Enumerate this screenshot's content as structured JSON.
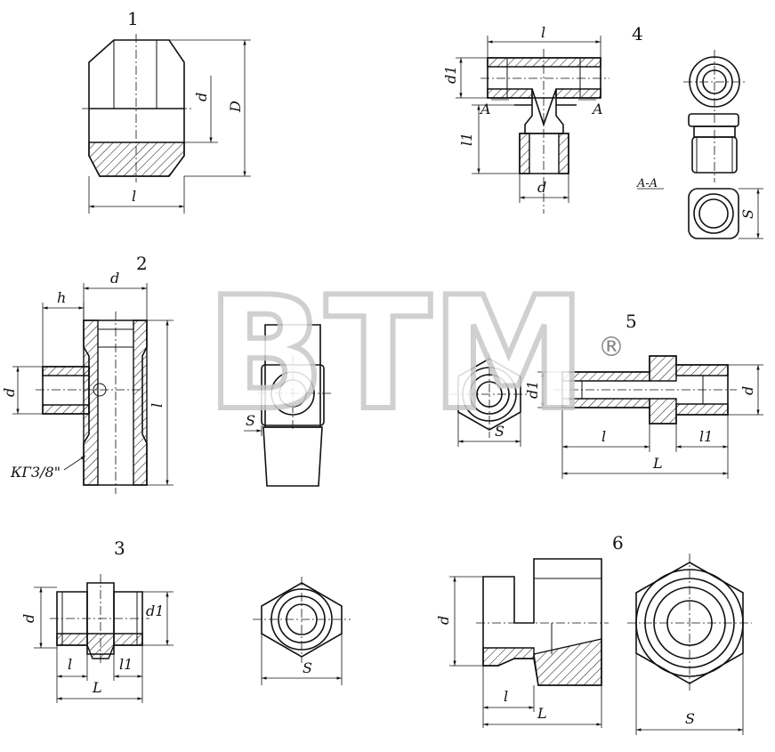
{
  "figures": [
    {
      "number": "1",
      "labels": [
        "d",
        "D",
        "l"
      ]
    },
    {
      "number": "2",
      "labels": [
        "d",
        "h",
        "d",
        "l",
        "S",
        "КГ3/8\""
      ]
    },
    {
      "number": "3",
      "labels": [
        "d",
        "d1",
        "l",
        "l1",
        "L",
        "S"
      ]
    },
    {
      "number": "4",
      "labels": [
        "l",
        "d1",
        "A",
        "A",
        "l1",
        "d",
        "A-A",
        "S"
      ]
    },
    {
      "number": "5",
      "labels": [
        "d1",
        "d",
        "S",
        "l",
        "l1",
        "L"
      ]
    },
    {
      "number": "6",
      "labels": [
        "d",
        "l",
        "L",
        "S"
      ]
    }
  ],
  "watermark": {
    "text": "BTM",
    "registered": "®"
  }
}
